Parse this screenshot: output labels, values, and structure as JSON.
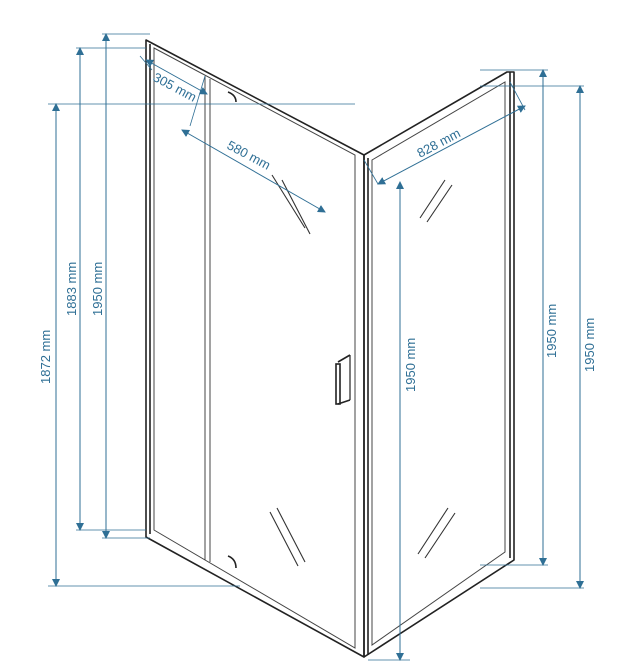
{
  "dimensions": {
    "door_top_pivot": "305 mm",
    "door_top_width": "580 mm",
    "side_panel_width": "828 mm",
    "height_inner_1": "1872 mm",
    "height_inner_2": "1883 mm",
    "height_left_total": "1950 mm",
    "height_front_total": "1950 mm",
    "height_side_inner": "1950 mm",
    "height_side_outer": "1950 mm"
  }
}
